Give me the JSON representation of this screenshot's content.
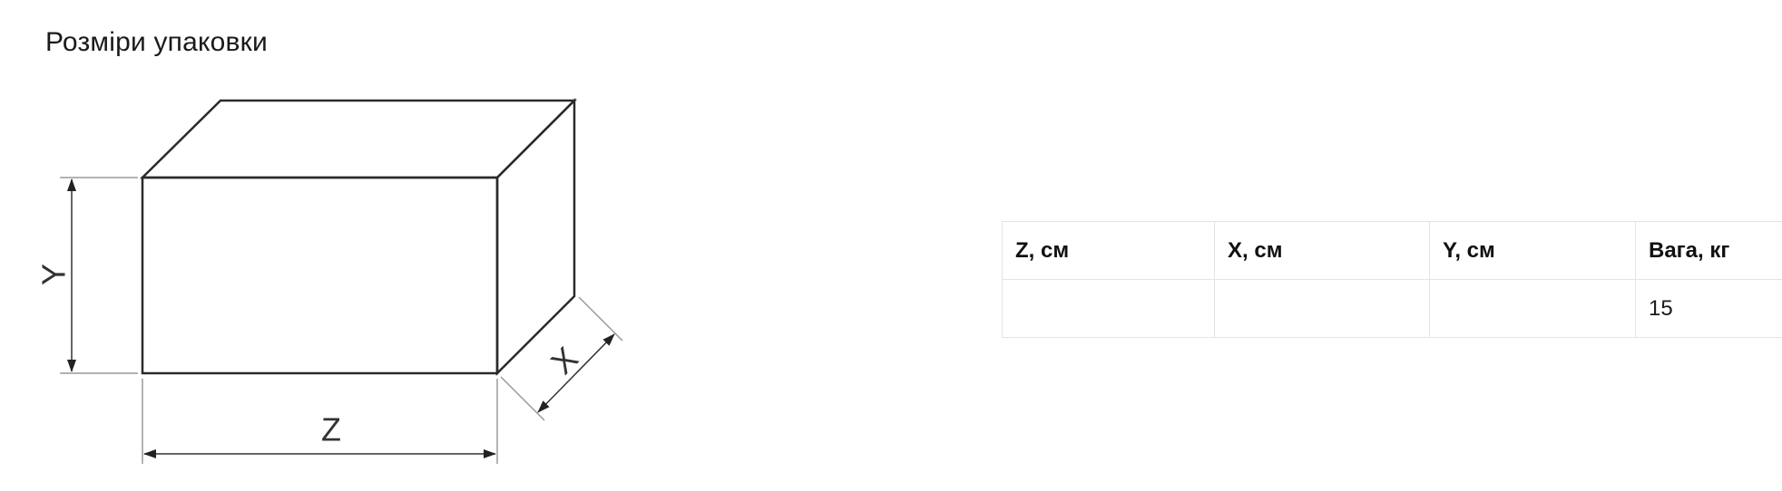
{
  "section": {
    "title": "Розміри упаковки"
  },
  "diagram": {
    "axis_y_label": "Y",
    "axis_z_label": "Z",
    "axis_x_label": "X"
  },
  "table": {
    "headers": [
      "Z, см",
      "X, см",
      "Y, см",
      "Вага, кг"
    ],
    "rows": [
      [
        "",
        "",
        "",
        "15"
      ]
    ]
  }
}
